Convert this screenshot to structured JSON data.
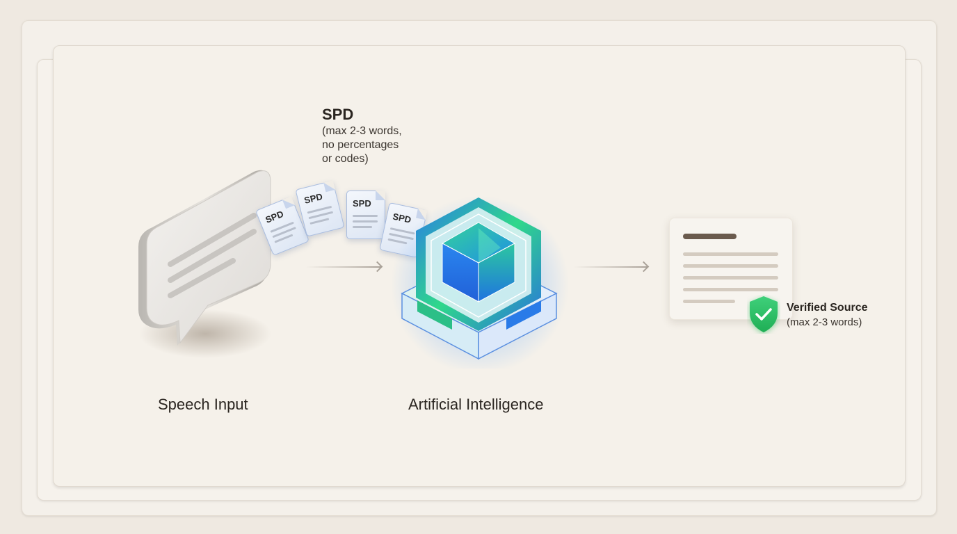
{
  "diagram": {
    "stages": [
      {
        "id": "speech",
        "label": "Speech Input",
        "icon": "speech-bubble-icon"
      },
      {
        "id": "ai",
        "label": "Artificial Intelligence",
        "icon": "ai-cube-icon"
      },
      {
        "id": "output",
        "label": "Verified Source",
        "note": "(max 2-3 words)",
        "icon": "document-shield-icon"
      }
    ],
    "spd": {
      "title": "SPD",
      "note": "(max 2-3 words,\nno percentages\nor codes)",
      "documents": [
        {
          "label": "SPD"
        },
        {
          "label": "SPD"
        },
        {
          "label": "SPD"
        },
        {
          "label": "SPD"
        }
      ]
    },
    "connectors": [
      {
        "from": "speech",
        "to": "ai"
      },
      {
        "from": "ai",
        "to": "output"
      }
    ],
    "colors": {
      "background": "#efe9e1",
      "card": "#f5f1ea",
      "ai_blue": "#2f7fe8",
      "ai_green": "#2fd88a",
      "shield_green": "#27c25f",
      "doc_border": "#a9bde0"
    }
  }
}
